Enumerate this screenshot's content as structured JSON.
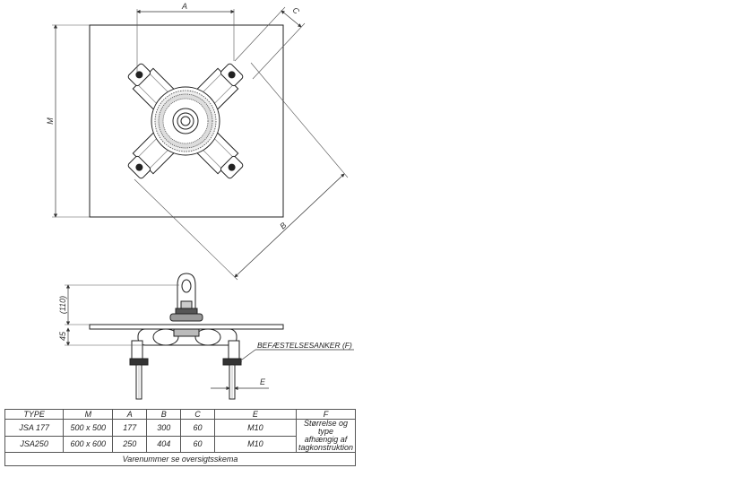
{
  "dimensions": {
    "A": "A",
    "B": "B",
    "C": "C",
    "M": "M",
    "E": "E",
    "height_110": "(110)",
    "height_45": "45"
  },
  "callout": {
    "anchor_label": "BEFÆSTELSESANKER (F)"
  },
  "table": {
    "headers": [
      "TYPE",
      "M",
      "A",
      "B",
      "C",
      "E",
      "F"
    ],
    "rows": [
      {
        "type": "JSA 177",
        "m": "500 x 500",
        "a": "177",
        "b": "300",
        "c": "60",
        "e": "M10"
      },
      {
        "type": "JSA250",
        "m": "600 x 600",
        "a": "250",
        "b": "404",
        "c": "60",
        "e": "M10"
      }
    ],
    "note_lines": [
      "Størrelse og type",
      "afhængig af",
      "tagkonstruktion"
    ],
    "footer": "Varenummer se oversigtsskema"
  }
}
